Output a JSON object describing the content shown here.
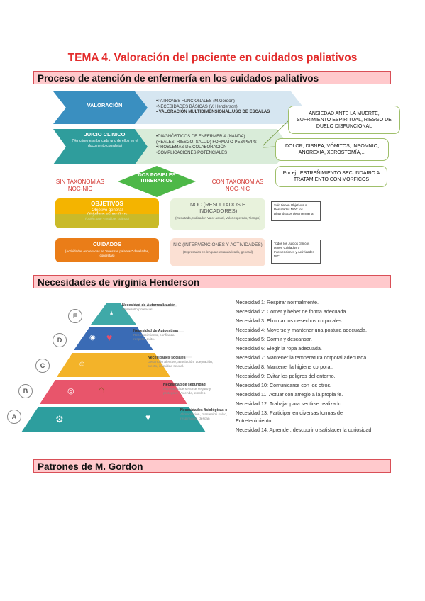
{
  "page_title": "TEMA 4. Valoración del paciente en cuidados paliativos",
  "sections": {
    "s1": "Proceso de atención de enfermería en los cuidados paliativos",
    "s2": "Necesidades de virginia Henderson",
    "s3": "Patrones de M. Gordon"
  },
  "process": {
    "valoracion": {
      "label": "VALORACIÓN",
      "items": [
        "•PATRONES FUNCIONALES (M.Gordon)",
        "•NECESIDADES BÁSICAS (V. Henderson)",
        "• VALORACIÓN MULTIDIMENSIONAL.USO DE ESCALAS"
      ]
    },
    "juicio": {
      "label": "JUICIO CLINICO",
      "sub": "(Ver cómo escribir cada uno de ellos en el documento completo)",
      "items": [
        "•DIAGNÓSTICOS DE ENFERMERÍA (NANDA)",
        "(REALES, RIESGO, SALUD) FORMATO PES/PE/PS",
        "•PROBLEMAS DE COLABORACIÓN",
        "•COMPLICACIONES POTENCIALES"
      ]
    },
    "boxes": {
      "ansiedad": "ANSIEDAD ANTE LA MUERTE, SUFRIMIENTO ESPIRITUAL, RIESGO DE DUELO DISFUNCIONAL",
      "dolor": "DOLOR, DISNEA, VÓMITOS, INSOMNIO, ANOREXIA, XEROSTOMÍA,...",
      "ej": "Por ej.: ESTREÑIMIENTO SECUNDARIO A TRATAMIENTO CON MORFICOS"
    },
    "itinerarios": "DOS POSIBLES ITINERARIOS",
    "sin_tax": "SIN TAXONOMIAS NOC-NIC",
    "con_tax": "CON TAXONOMIAS NOC-NIC",
    "objetivos": {
      "title": "OBJETIVOS",
      "l1": "Objetivo general",
      "l2": "Objetivos específicos",
      "l3": "(Quién, qué - medible, cuándo)"
    },
    "noc": {
      "title": "NOC (RESULTADOS E INDICADORES)",
      "desc": "(Resultado, Indicador, Valor actual, Valor esperado, Tiempo)"
    },
    "solo": "Solo tienen Objetivos o Resultados NOC los Diagnósticos de Enfermería",
    "cuidados": {
      "title": "CUIDADOS",
      "desc": "(Actividades expresadas en \"nuestras palabras\" detalladas, concretas)"
    },
    "nic": {
      "title": "NIC (INTERVENCIONES Y ACTIVIDADES)",
      "desc": "(Expresadas en lenguaje estandarizado, general)"
    },
    "todos": "Todos los Juicios clínicos tienen Cuidados o Intervenciones y Actividades NIC."
  },
  "pyramid": [
    {
      "letter": "E",
      "title": "Necesidad de Autorrealización",
      "desc": "Desarrollo potencial."
    },
    {
      "letter": "D",
      "title": "Necesidad de Autoestima",
      "desc": "Reconocimiento, confianza, respeto, éxito."
    },
    {
      "letter": "C",
      "title": "Necesidades sociales",
      "desc": "Desarrollo afectivo, asociación, aceptación, afecto, intimidad sexual."
    },
    {
      "letter": "B",
      "title": "Necesidad de seguridad",
      "desc": "Necesidad de sentirse seguro y protegido: Vivienda, empleo."
    },
    {
      "letter": "A",
      "title": "Necesidades fisiológicas o",
      "desc": "Alimentación, mantenimi salud, respiración, descan"
    }
  ],
  "needs": [
    "Necesidad 1: Respirar normalmente.",
    "Necesidad 2: Comer y beber de forma adecuada.",
    "Necesidad 3: Eliminar los desechos corporales.",
    "Necesidad 4: Moverse y mantener una postura adecuada.",
    "Necesidad 5: Dormir y descansar.",
    "Necesidad 6: Elegir la ropa adecuada.",
    "Necesidad 7: Mantener la temperatura corporal adecuada",
    "Necesidad 8: Mantener la higiene corporal.",
    "Necesidad 9: Evitar los peligros del entorno.",
    "Necesidad 10: Comunicarse con los otros.",
    "Necesidad 11: Actuar con arreglo a la propia fe.",
    "Necesidad 12: Trabajar para sentirse realizado.",
    "Necesidad 13: Participar en diversas formas de",
    "Entretenimiento.",
    "Necesidad 14: Aprender, descubrir o satisfacer la curiosidad"
  ],
  "colors": {
    "title": "#e32c2c",
    "section_bg": "#ffc9cc",
    "section_border": "#d94f57"
  }
}
